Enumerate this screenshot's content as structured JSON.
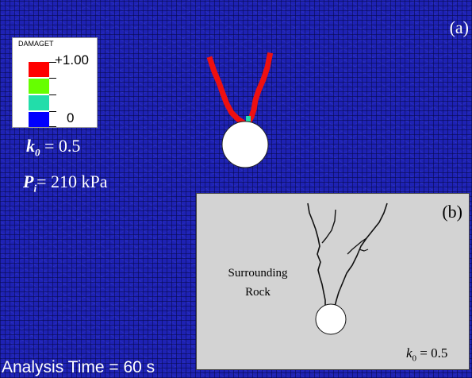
{
  "panel_a": {
    "label": "(a)",
    "legend": {
      "title": "DAMAGET",
      "max": "+1.00",
      "min": "0",
      "colors": [
        "#ff0000",
        "#66ff00",
        "#22ddaa",
        "#0000ff"
      ]
    },
    "k0": {
      "symbol": "k",
      "sub": "0",
      "rest": " = 0.5"
    },
    "pi": {
      "symbol": "P",
      "sub": "i",
      "rest": "= 210 kPa"
    },
    "analysis_time": "Analysis Time = 60 s"
  },
  "panel_b": {
    "label": "(b)",
    "surrounding_line1": "Surrounding",
    "surrounding_line2": "Rock",
    "k0": {
      "symbol": "k",
      "sub": "0",
      "rest": " = 0.5"
    }
  }
}
